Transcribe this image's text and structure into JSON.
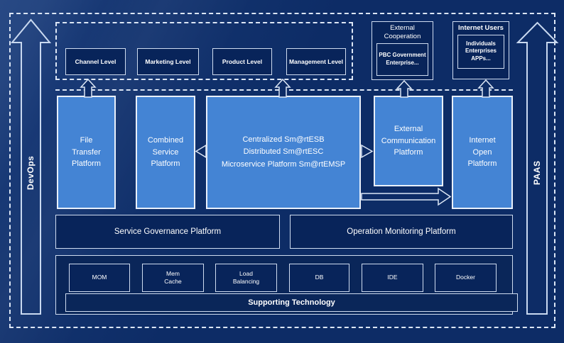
{
  "colors": {
    "background": "#0d2c66",
    "panel_dark": "#08245a",
    "panel_light": "#4484d4",
    "border_light": "#cfdcf0",
    "dashed_border": "#dce6f5",
    "text": "#ffffff"
  },
  "rails": {
    "left": "DevOps",
    "right": "PAAS"
  },
  "levels": [
    "Channel Level",
    "Marketing Level",
    "Product Level",
    "Management Level"
  ],
  "external_cooperation": {
    "title": "External\nCooperation",
    "entities": "PBC Government\nEnterprise..."
  },
  "internet_users": {
    "title": "Internet Users",
    "entities": "Individuals\nEnterprises\nAPPs..."
  },
  "platforms": {
    "file_transfer": "File\nTransfer\nPlatform",
    "combined_service": "Combined\nService\nPlatform",
    "esb_lines": [
      "Centralized Sm@rtESB",
      "Distributed Sm@rtESC",
      "Microservice Platform Sm@rtEMSP"
    ],
    "external_communication": "External\nCommunication\nPlatform",
    "internet_open": "Internet\nOpen\nPlatform"
  },
  "governance": "Service Governance Platform",
  "monitoring": "Operation Monitoring Platform",
  "supporting": {
    "technologies": [
      "MOM",
      "Mem\nCache",
      "Load\nBalancing",
      "DB",
      "IDE",
      "Docker"
    ],
    "label": "Supporting Technology"
  }
}
